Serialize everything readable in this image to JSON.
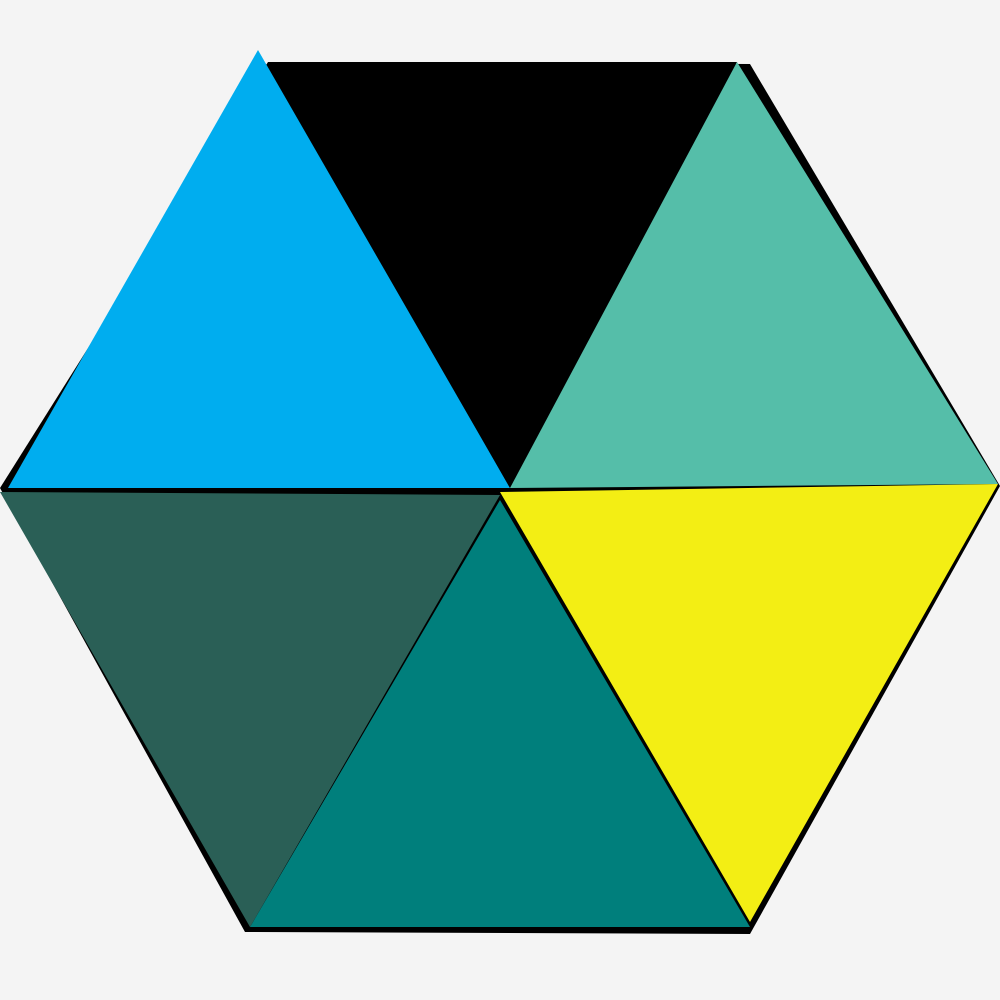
{
  "diagram": {
    "background": "#f4f4f4",
    "outline_color": "#000000",
    "shape": "hexagon",
    "triangles": [
      {
        "name": "triangle-top-left",
        "color": "#00adef"
      },
      {
        "name": "triangle-top",
        "color": "#000000"
      },
      {
        "name": "triangle-top-right",
        "color": "#55bea9"
      },
      {
        "name": "triangle-bottom-right",
        "color": "#f3ee14"
      },
      {
        "name": "triangle-bottom",
        "color": "#007f7c"
      },
      {
        "name": "triangle-bottom-left",
        "color": "#2a5f56"
      }
    ]
  }
}
